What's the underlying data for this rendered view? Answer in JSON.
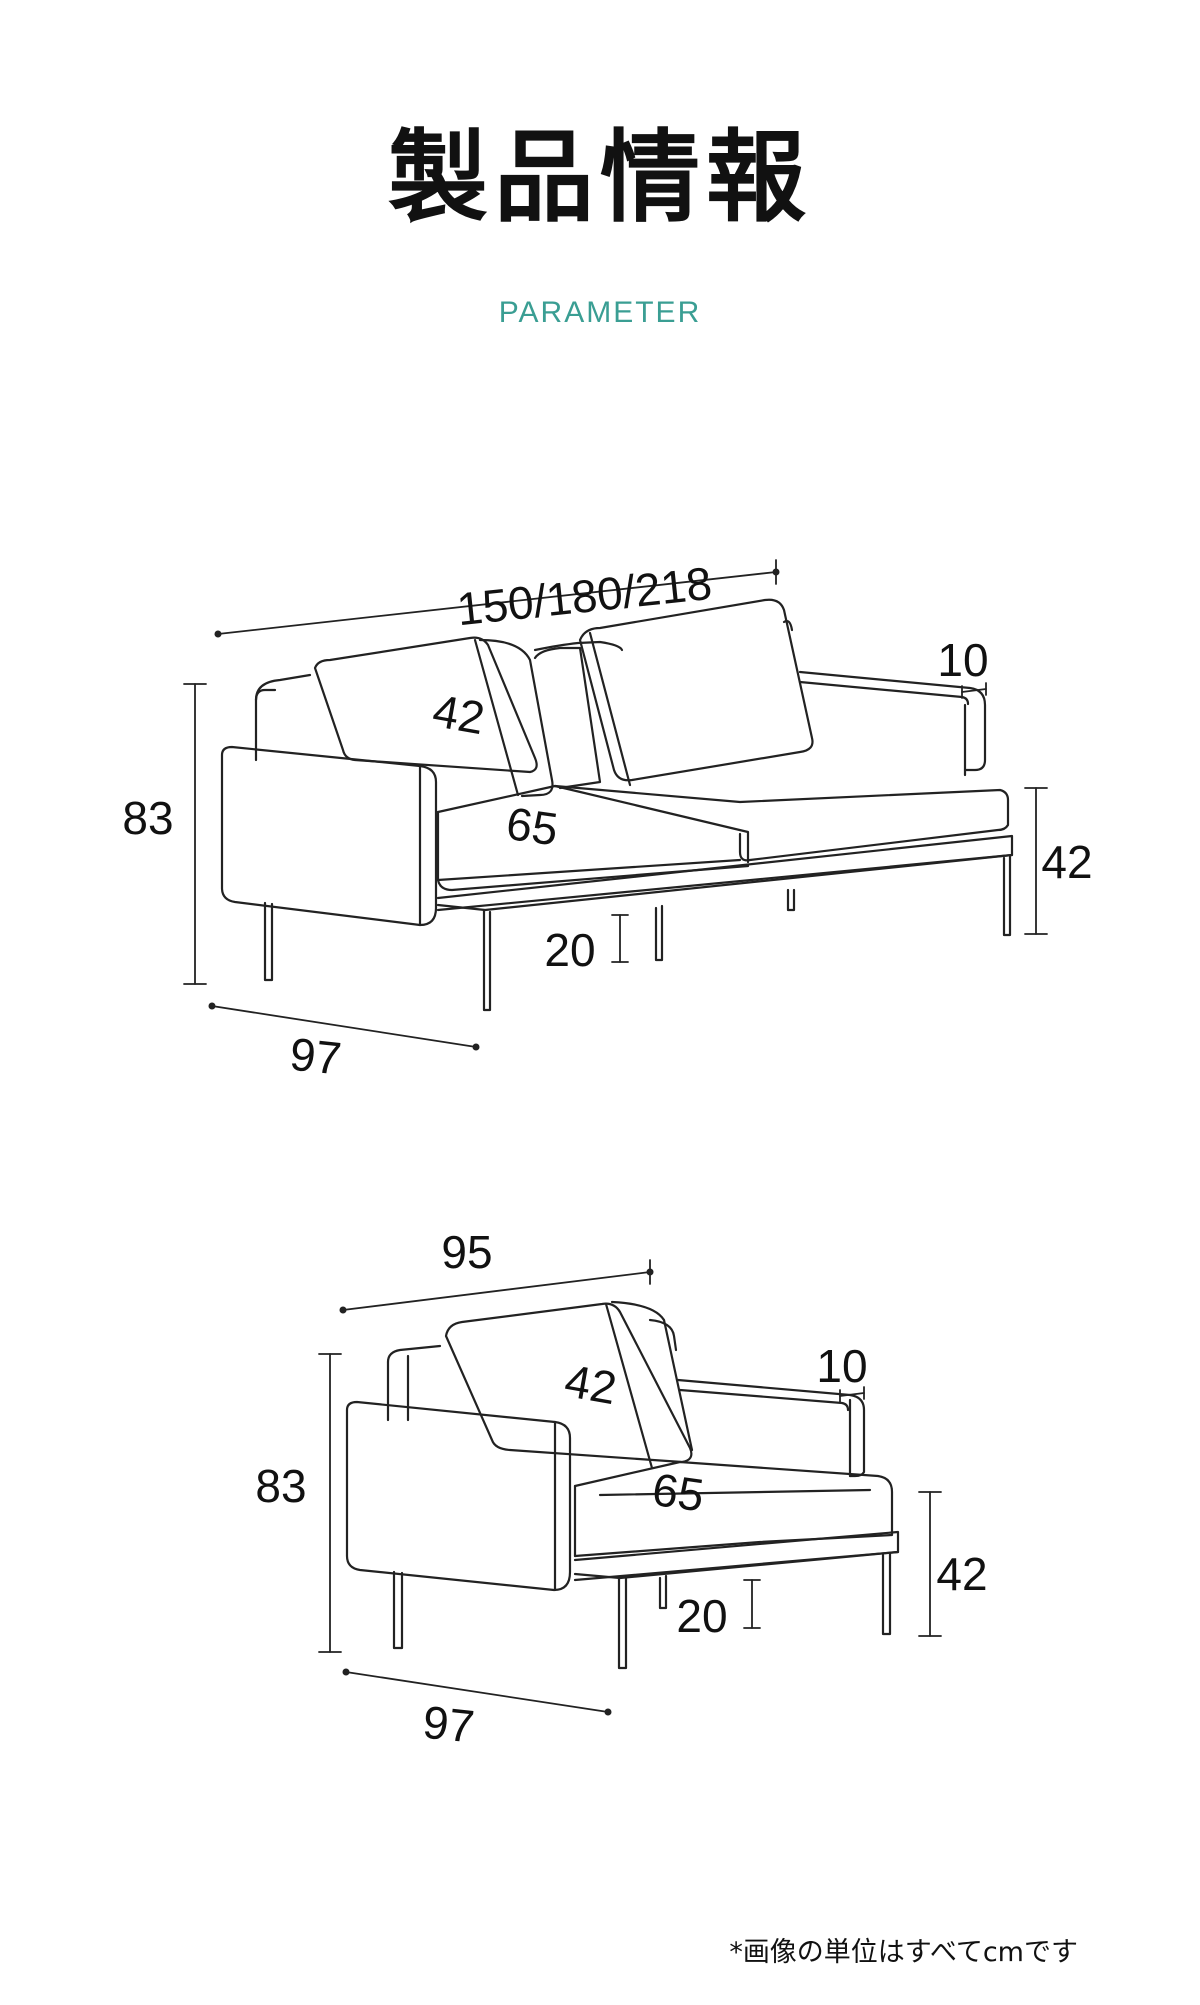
{
  "header": {
    "title": "製品情報",
    "subtitle": "PARAMETER"
  },
  "sofa": {
    "width": "150/180/218",
    "height": "83",
    "depth": "97",
    "back_cushion": "42",
    "seat_depth": "65",
    "arm_width": "10",
    "seat_height": "42",
    "leg_height": "20"
  },
  "chair": {
    "width": "95",
    "height": "83",
    "depth": "97",
    "back_cushion": "42",
    "seat_depth": "65",
    "arm_width": "10",
    "seat_height": "42",
    "leg_height": "20"
  },
  "footer": {
    "note": "*画像の単位はすべてcmです"
  }
}
